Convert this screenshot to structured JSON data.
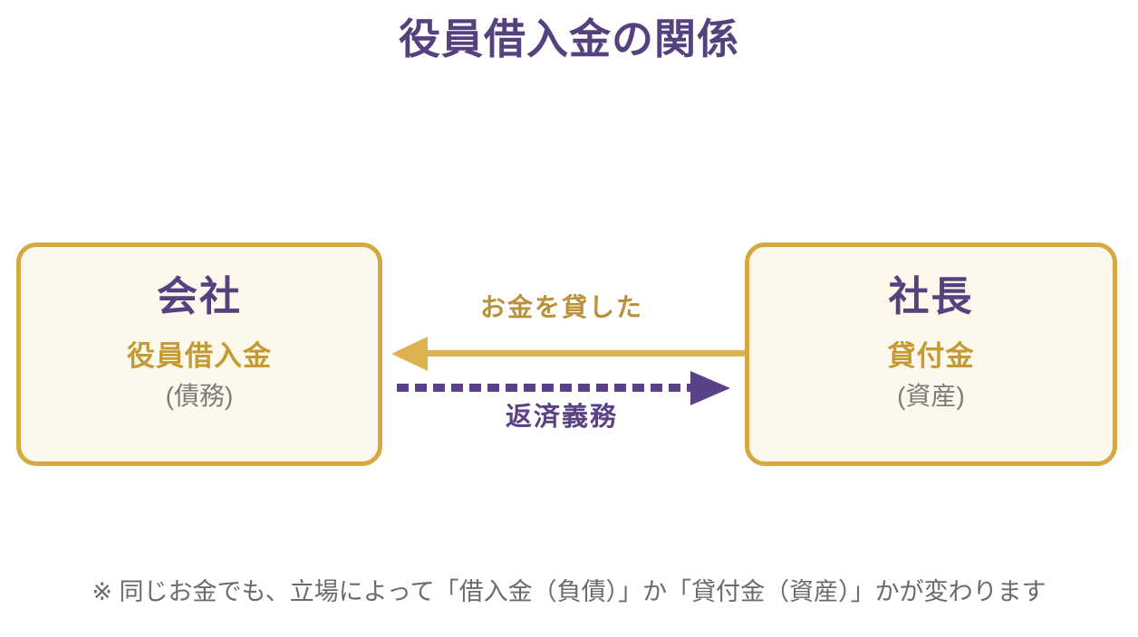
{
  "title": "役員借入金の関係",
  "colors": {
    "title_purple": "#55417d",
    "box_border_gold": "#d4a843",
    "box_fill_cream": "#fdf8ec",
    "account_gold": "#c49a35",
    "kind_gray": "#7b7b7b",
    "arrow_gold": "#ddb34f",
    "arrow_purple": "#5b4286",
    "footnote_gray": "#6a6a6a",
    "background": "#ffffff"
  },
  "diagram": {
    "type": "relationship-diagram",
    "nodes": [
      {
        "id": "company",
        "title": "会社",
        "account": "役員借入金",
        "kind": "(債務)"
      },
      {
        "id": "president",
        "title": "社長",
        "account": "貸付金",
        "kind": "(資産)"
      }
    ],
    "edges": [
      {
        "id": "lend-money",
        "label": "お金を貸した",
        "from": "president",
        "to": "company",
        "direction": "right-to-left",
        "style": "solid",
        "color": "#ddb34f"
      },
      {
        "id": "repayment-duty",
        "label": "返済義務",
        "from": "company",
        "to": "president",
        "direction": "left-to-right",
        "style": "dashed",
        "color": "#5b4286"
      }
    ]
  },
  "footnote": "※ 同じお金でも、立場によって「借入金（負債）」か「貸付金（資産）」かが変わります"
}
